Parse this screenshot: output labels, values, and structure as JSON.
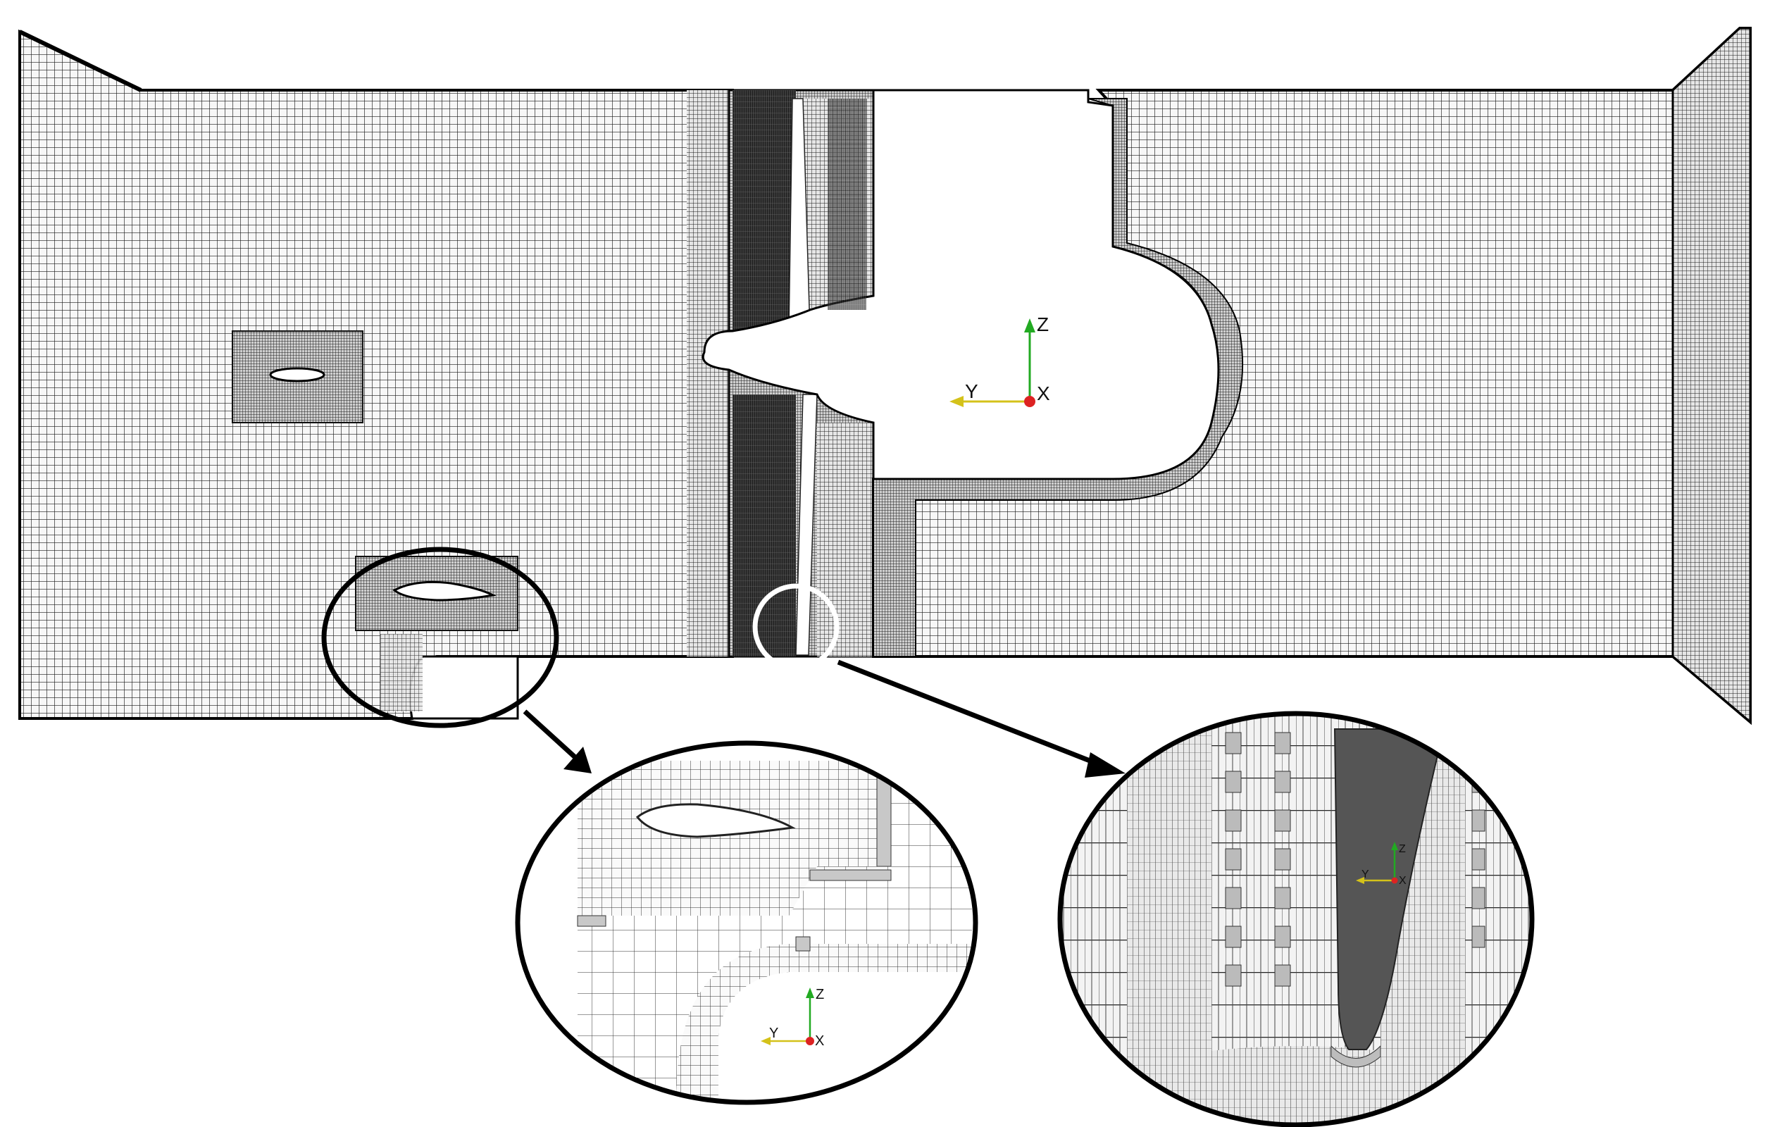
{
  "colors": {
    "background": "#ffffff",
    "mesh_line": "#1a1a1a",
    "mesh_fill": "#f4f4f4",
    "dense_mesh": "#2a2a2a",
    "solid_fill": "#555555",
    "outline": "#000000",
    "axis_z": "#22aa22",
    "axis_y": "#d4c21a",
    "axis_x": "#dd2222"
  },
  "axes": {
    "z_label": "Z",
    "y_label": "Y",
    "x_label": "X"
  },
  "icons": {
    "pointer_arrow": "arrow-icon",
    "orientation_triad": "axis-triad-icon"
  }
}
